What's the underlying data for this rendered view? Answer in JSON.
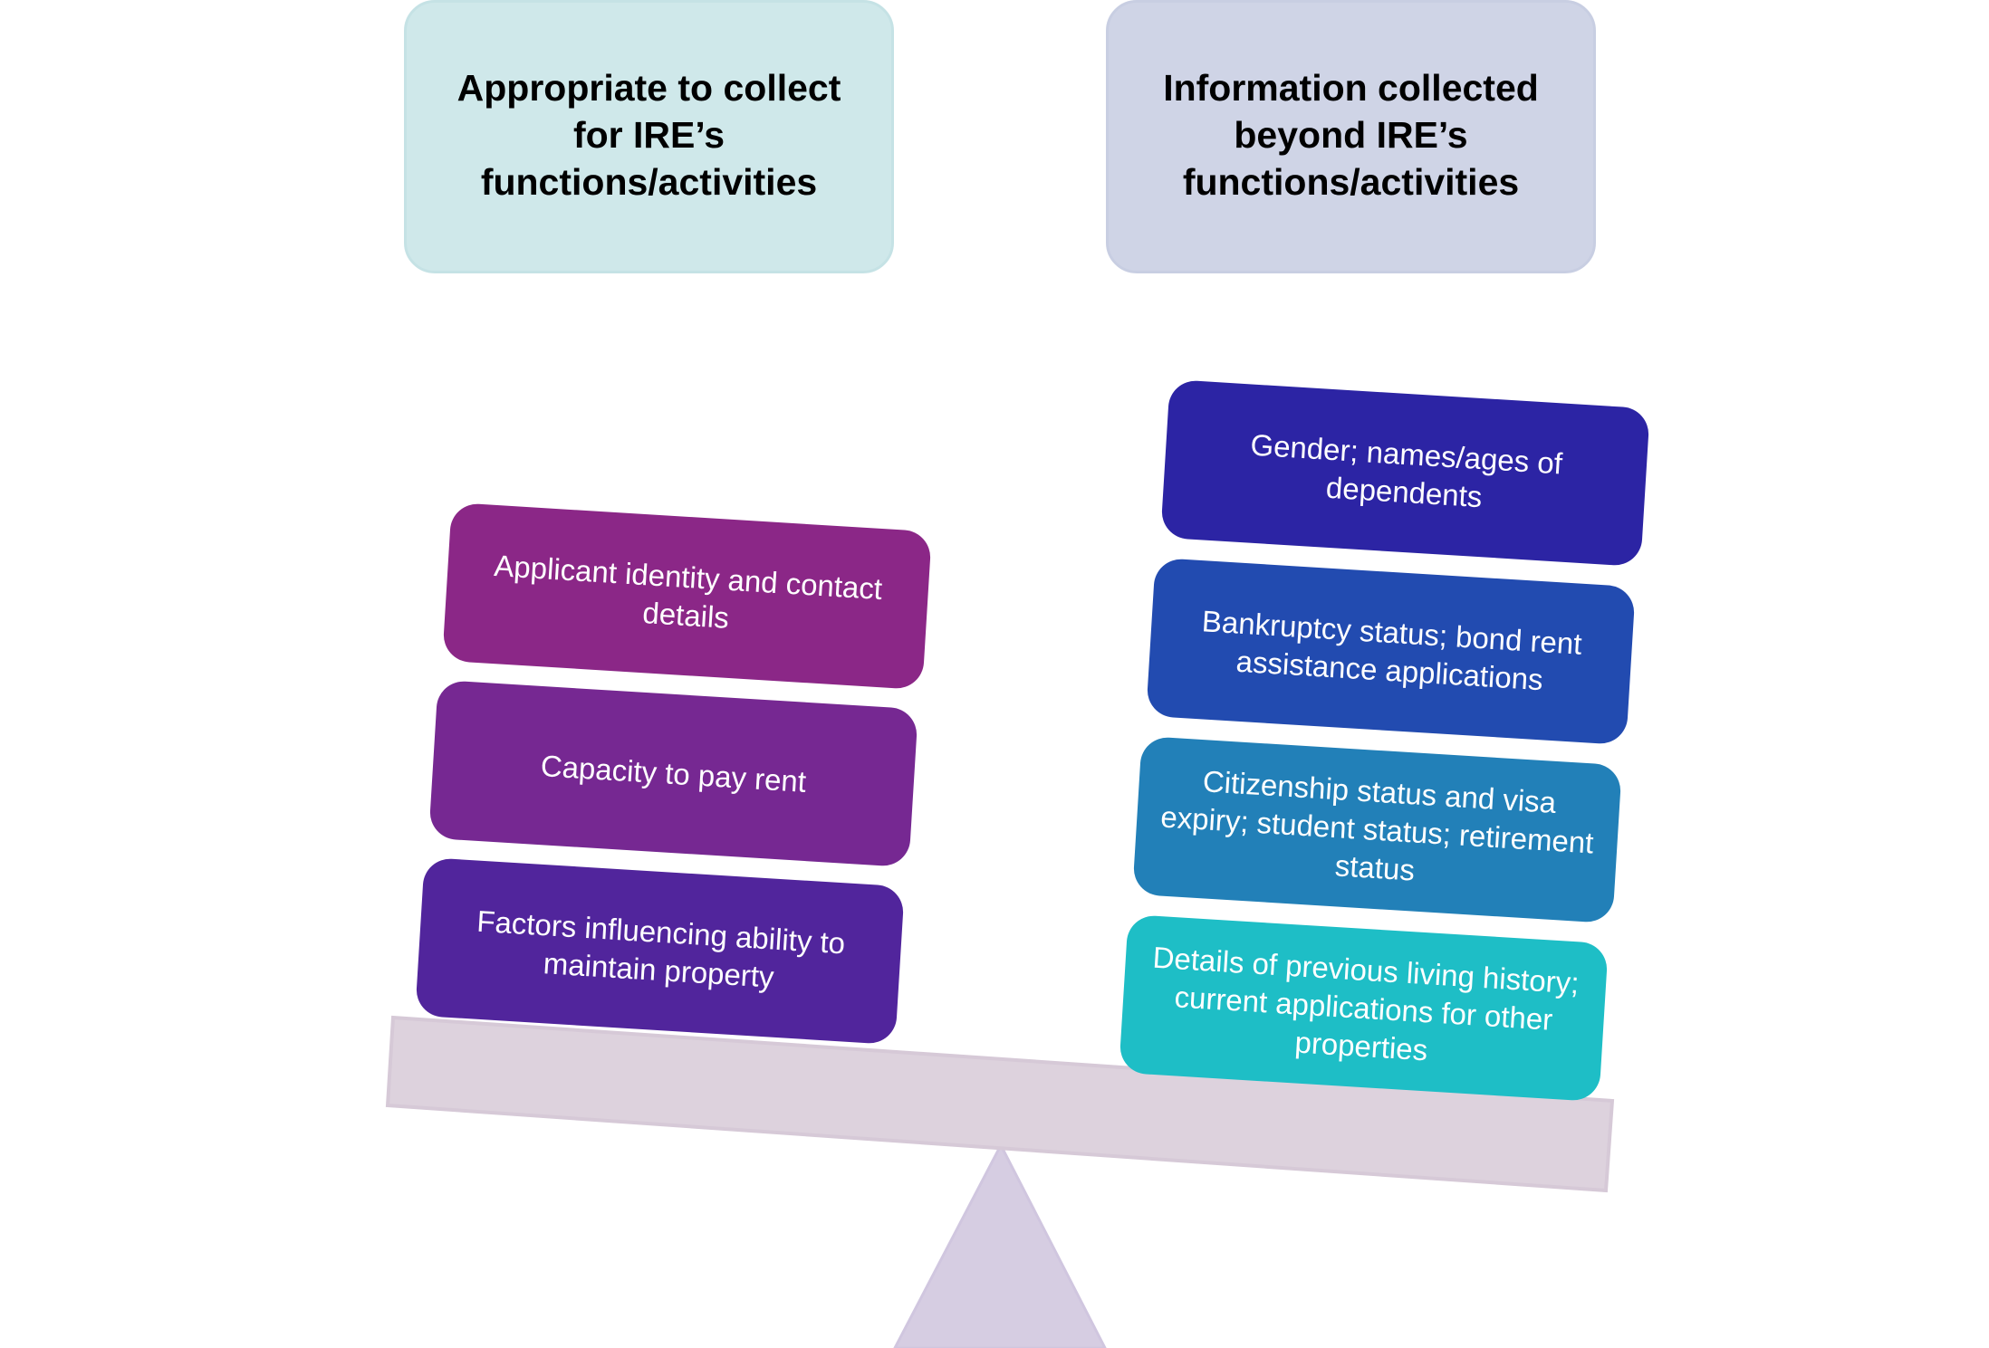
{
  "diagram": {
    "type": "balance-scale",
    "headers": {
      "left": "Appropriate to collect for IRE’s functions/activities",
      "right": "Information collected beyond IRE’s functions/activities"
    },
    "left_items": [
      {
        "label": "Applicant identity and contact details"
      },
      {
        "label": "Capacity to pay rent"
      },
      {
        "label": "Factors influencing ability to maintain property"
      }
    ],
    "right_items": [
      {
        "label": "Gender; names/ages of dependents"
      },
      {
        "label": "Bankruptcy status; bond rent assistance applications"
      },
      {
        "label": "Citizenship status and visa expiry; student status; retirement status"
      },
      {
        "label": "Details of previous living history; current applications for other properties"
      }
    ]
  },
  "colors": {
    "header_left_bg": "#cfe8ea",
    "header_left_border": "#c5e2e5",
    "header_right_bg": "#cfd4e6",
    "header_right_border": "#c8cee2",
    "left_item_1": "#8b2787",
    "left_item_2": "#762892",
    "left_item_3": "#51259c",
    "right_item_1": "#2c24a4",
    "right_item_2": "#224bb0",
    "right_item_3": "#2280b8",
    "right_item_4": "#1ebec6",
    "beam": "#ddd2dd",
    "beam_border": "#d6c9d7",
    "fulcrum": "#d6cde2",
    "fulcrum_border": "#d0c6df"
  }
}
